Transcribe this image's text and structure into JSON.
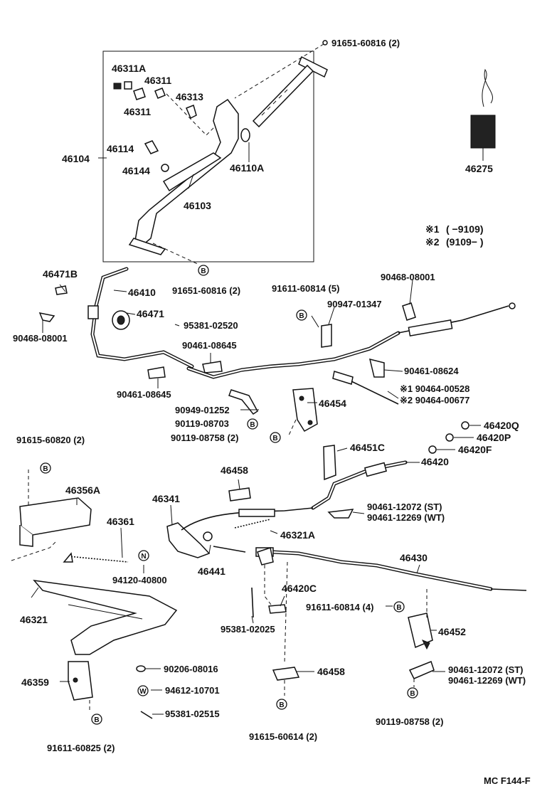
{
  "diagram_code": "MC  F144-F",
  "legend": {
    "row1_mark": "※1",
    "row1_range": "(      −9109)",
    "row2_mark": "※2",
    "row2_range": "(9109−         )"
  },
  "symbols": {
    "b": "B",
    "n": "N",
    "w": "W"
  },
  "labels": {
    "p91651_60816_top": "91651-60816 (2)",
    "p46311A": "46311A",
    "p46311_a": "46311",
    "p46311_b": "46311",
    "p46313": "46313",
    "p46104": "46104",
    "p46114": "46114",
    "p46144": "46144",
    "p46110A": "46110A",
    "p46103": "46103",
    "p46275": "46275",
    "p46471B": "46471B",
    "p46410": "46410",
    "p91651_60816_bot": "91651-60816 (2)",
    "p91611_60814_5": "91611-60814 (5)",
    "p90468_08001_top": "90468-08001",
    "p46471": "46471",
    "p90947_01347": "90947-01347",
    "p95381_02520": "95381-02520",
    "p90468_08001_left": "90468-08001",
    "p90461_08645_a": "90461-08645",
    "p90461_08624": "90461-08624",
    "p90461_08645_b": "90461-08645",
    "p90464_00528": "※1 90464-00528",
    "p90464_00677": "※2 90464-00677",
    "p90949_01252": "90949-01252",
    "p46454": "46454",
    "p90119_08703": "90119-08703",
    "p90119_08758_mid": "90119-08758 (2)",
    "p46420Q": "46420Q",
    "p46420P": "46420P",
    "p91615_60820": "91615-60820 (2)",
    "p46420F": "46420F",
    "p46451C": "46451C",
    "p46420": "46420",
    "p46458_a": "46458",
    "p46356A": "46356A",
    "p46341": "46341",
    "p90461_12072_a": "90461-12072 (ST)",
    "p90461_12269_a": "90461-12269 (WT)",
    "p46361": "46361",
    "p46321A": "46321A",
    "p46430": "46430",
    "p46441": "46441",
    "p94120_40800": "94120-40800",
    "p46420C": "46420C",
    "p46321": "46321",
    "p91611_60814_4": "91611-60814 (4)",
    "p95381_02025": "95381-02025",
    "p46452": "46452",
    "p90206_08016": "90206-08016",
    "p46458_b": "46458",
    "p90461_12072_b": "90461-12072 (ST)",
    "p90461_12269_b": "90461-12269 (WT)",
    "p46359": "46359",
    "p94612_10701": "94612-10701",
    "p95381_02515": "95381-02515",
    "p90119_08758_bot": "90119-08758 (2)",
    "p91611_60825": "91611-60825 (2)",
    "p91615_60614": "91615-60614 (2)"
  }
}
